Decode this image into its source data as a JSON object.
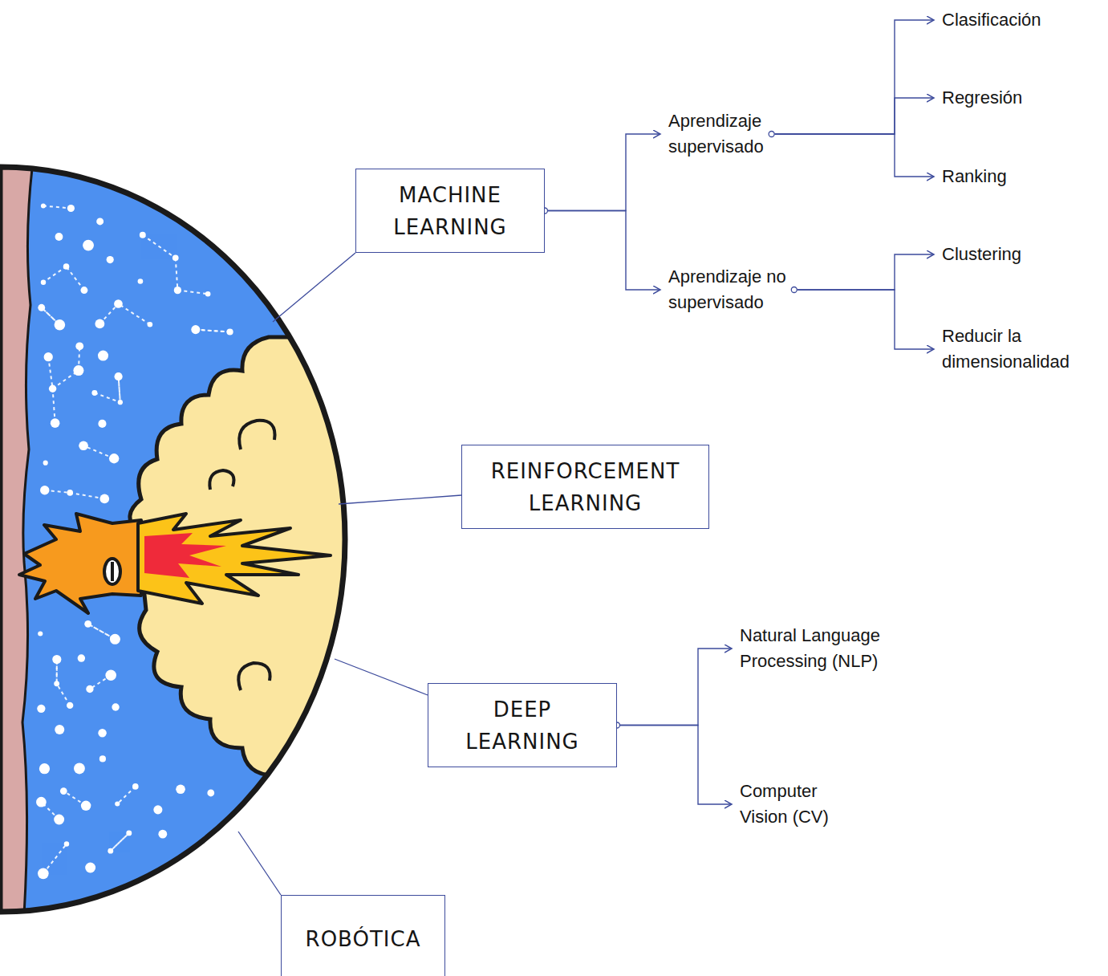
{
  "diagram": {
    "nodes": [
      {
        "text": [
          "MACHINE LEARNING"
        ]
      },
      {
        "text": [
          "Aprendizaje supervisado"
        ]
      },
      {
        "text": [
          "Aprendizaje no supervisado"
        ]
      },
      {
        "text": [
          "Clasificación"
        ]
      },
      {
        "text": [
          "Regresión"
        ]
      },
      {
        "text": [
          "Ranking"
        ]
      },
      {
        "text": [
          "Clustering"
        ]
      },
      {
        "text": [
          "Reducir la dimensionalidad"
        ]
      },
      {
        "text": [
          "REINFORCEMENT LEARNING"
        ]
      },
      {
        "text": [
          "DEEP LEARNING"
        ]
      },
      {
        "text": [
          "Natural Language Processing (NLP)"
        ]
      },
      {
        "text": [
          "Computer Vision (CV)"
        ]
      },
      {
        "text": [
          "ROBÓTICA"
        ]
      }
    ],
    "edges": [
      {
        "from": 0,
        "to": 1,
        "arrow": "to"
      },
      {
        "from": 0,
        "to": 2,
        "arrow": "to"
      },
      {
        "from": 1,
        "to": 3,
        "arrow": "to"
      },
      {
        "from": 1,
        "to": 4,
        "arrow": "to"
      },
      {
        "from": 1,
        "to": 5,
        "arrow": "to"
      },
      {
        "from": 2,
        "to": 6,
        "arrow": "to"
      },
      {
        "from": 2,
        "to": 7,
        "arrow": "to"
      },
      {
        "from": 9,
        "to": 10,
        "arrow": "to"
      },
      {
        "from": 9,
        "to": 11,
        "arrow": "to"
      }
    ]
  }
}
